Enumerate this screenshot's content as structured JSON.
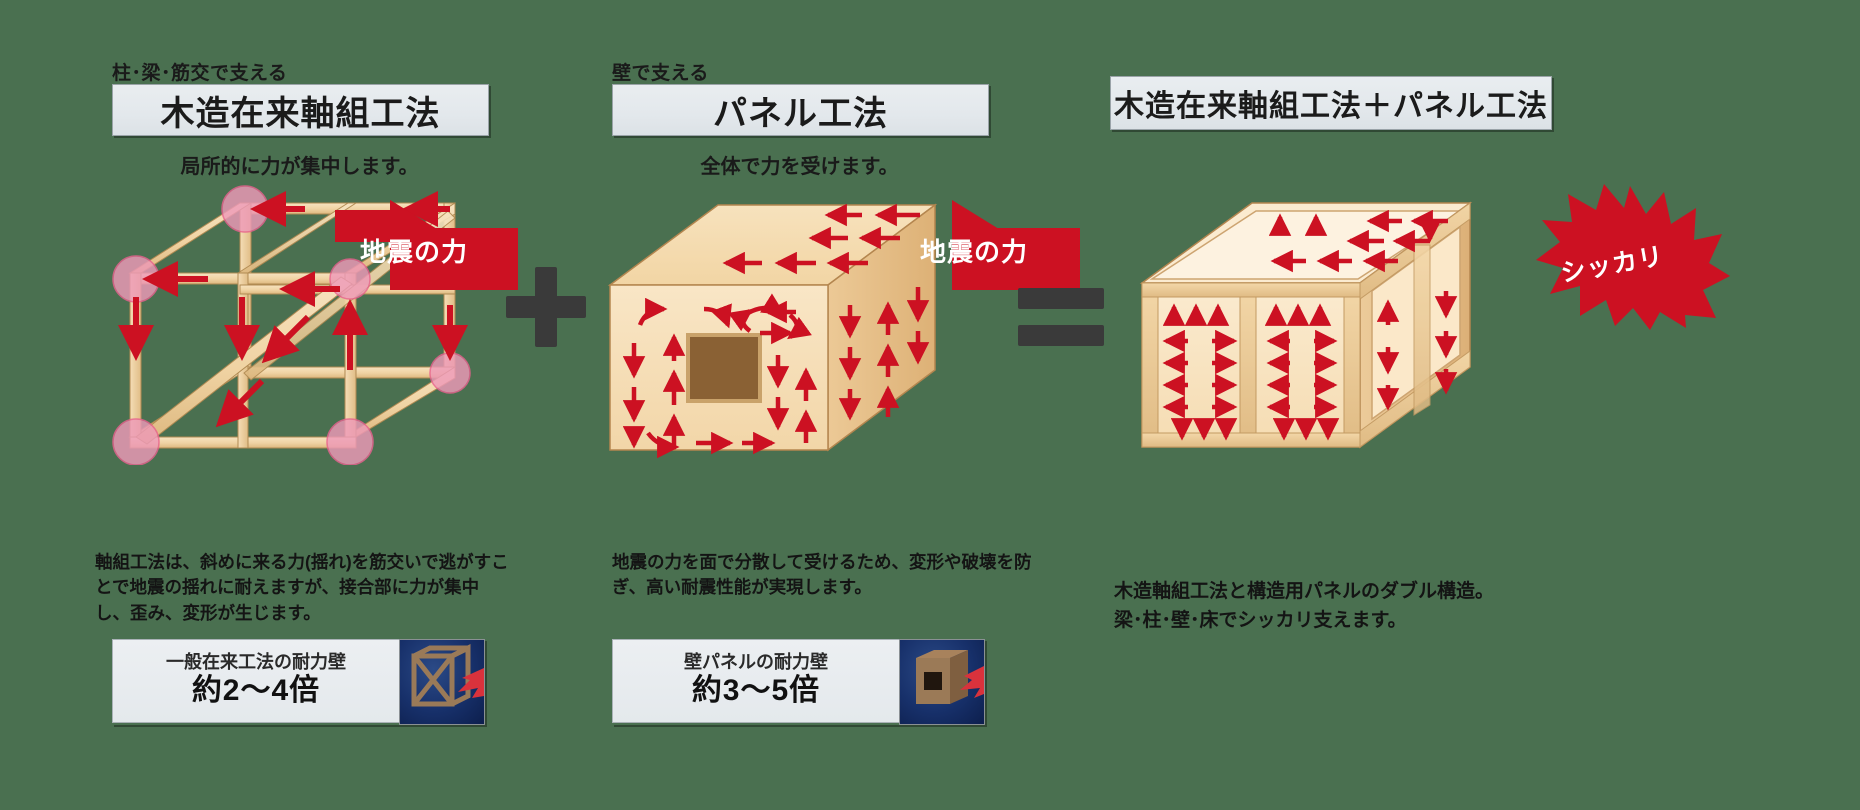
{
  "background_color": "#4a7050",
  "accent_red": "#cc1122",
  "wood_color": "#f2d9ac",
  "joint_stress_color": "#ee9ab8",
  "panels": [
    {
      "id": "traditional",
      "kicker": "柱･梁･筋交で支える",
      "title": "木造在来軸組工法",
      "subhead": "局所的に力が集中します。",
      "force_label": "地震の力",
      "description": "軸組工法は、斜めに来る力(揺れ)を筋交いで逃がすことで地震の揺れに耐えますが、接合部に力が集中し、歪み、変形が生じます。",
      "caption_label": "一般在来工法の耐力壁",
      "caption_value": "約2〜4倍"
    },
    {
      "id": "panel",
      "kicker": "壁で支える",
      "title": "パネル工法",
      "subhead": "全体で力を受けます。",
      "force_label": "地震の力",
      "description": "地震の力を面で分散して受けるため、変形や破壊を防ぎ、高い耐震性能が実現します。",
      "caption_label": "壁パネルの耐力壁",
      "caption_value": "約3〜5倍"
    },
    {
      "id": "combined",
      "kicker": "",
      "title": "木造在来軸組工法＋パネル工法",
      "subhead": "",
      "burst_label": "シッカリ",
      "description": "木造軸組工法と構造用パネルのダブル構造。梁･柱･壁･床でシッカリ支えます。",
      "caption_label": "",
      "caption_value": ""
    }
  ],
  "operators": {
    "plus": "＋",
    "equals": "＝"
  }
}
